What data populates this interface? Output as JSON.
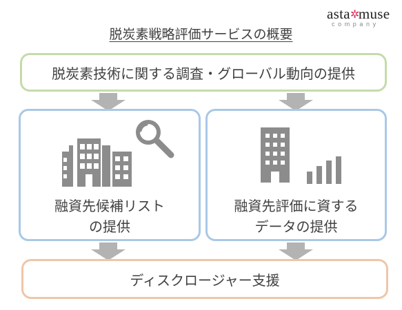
{
  "logo": {
    "prefix": "asta",
    "suffix": "muse",
    "sub": "company"
  },
  "title": "脱炭素戦略評価サービスの概要",
  "boxes": {
    "top": "脱炭素技術に関する調査・グローバル動向の提供",
    "left": {
      "line1": "融資先候補リスト",
      "line2": "の提供"
    },
    "right": {
      "line1": "融資先評価に資する",
      "line2": "データの提供"
    },
    "bottom": "ディスクロージャー支援"
  },
  "icons": {
    "left": [
      "building-icon",
      "magnifier-icon"
    ],
    "right": [
      "tower-building-icon",
      "bar-chart-icon"
    ]
  },
  "colors": {
    "top_border": "#c4dca8",
    "middle_border": "#a9c8e6",
    "bottom_border": "#efc6a8",
    "arrow": "#b3b3b3",
    "icon": "#8c8c8c"
  }
}
